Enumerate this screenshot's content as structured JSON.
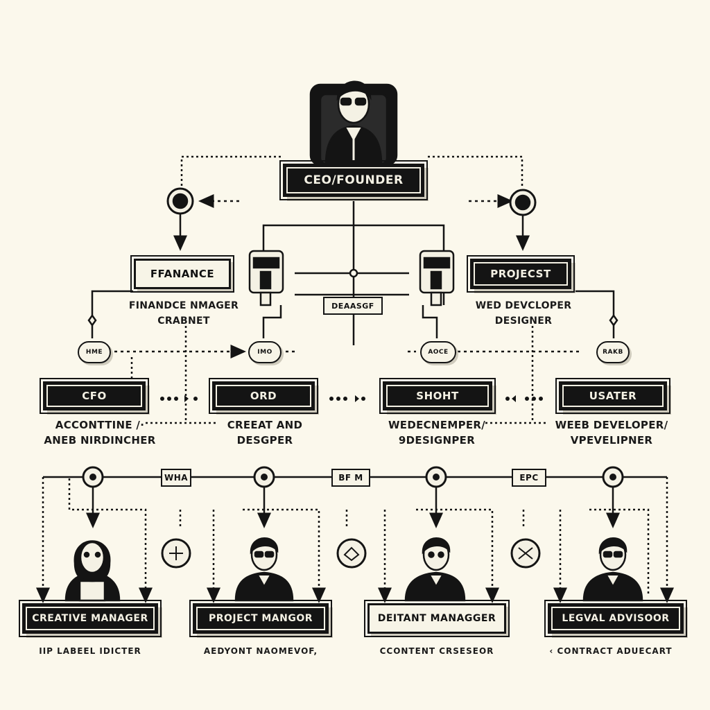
{
  "ceo": {
    "label": "CEO/FOUNDER"
  },
  "departments": [
    {
      "label": "FFANANCE",
      "caption_lines": [
        "FINANDCE NMAGER",
        "CRABNET"
      ]
    },
    {
      "label": "PROJECST",
      "caption_lines": [
        "WED DEVCLOPER",
        "DESIGNER"
      ]
    }
  ],
  "center_tag": "DEAASGF",
  "pills": [
    "HME",
    "IMO",
    "AOCE",
    "RAKB"
  ],
  "mid_roles": [
    {
      "label": "CFO",
      "caption_lines": [
        "ACCONTTINE /·",
        "ANEB NIRDINCHER"
      ]
    },
    {
      "label": "ORD",
      "caption_lines": [
        "CREEAT AND",
        "DESGPER"
      ]
    },
    {
      "label": "SHOHT",
      "caption_lines": [
        "WEDECNEMPER/",
        "9DESIGNPER"
      ]
    },
    {
      "label": "USATER",
      "caption_lines": [
        "WEEB DEVELOPER/",
        "VPEVELIPNER"
      ]
    }
  ],
  "connector_tags": [
    "WHA",
    "BF M",
    "EPC"
  ],
  "staff": [
    {
      "label": "CREATIVE MANAGER",
      "caption": "IIP LABEEL IDICTER"
    },
    {
      "label": "PROJECT MANGOR",
      "caption": "AEDYONT NAOMEVOF,"
    },
    {
      "label": "DEITANT MANAGGER",
      "caption": "CCONTENT CRSESEOR"
    },
    {
      "label": "LEGVAL ADVISOOR",
      "caption": "‹ CONTRACT ADUECART"
    }
  ]
}
